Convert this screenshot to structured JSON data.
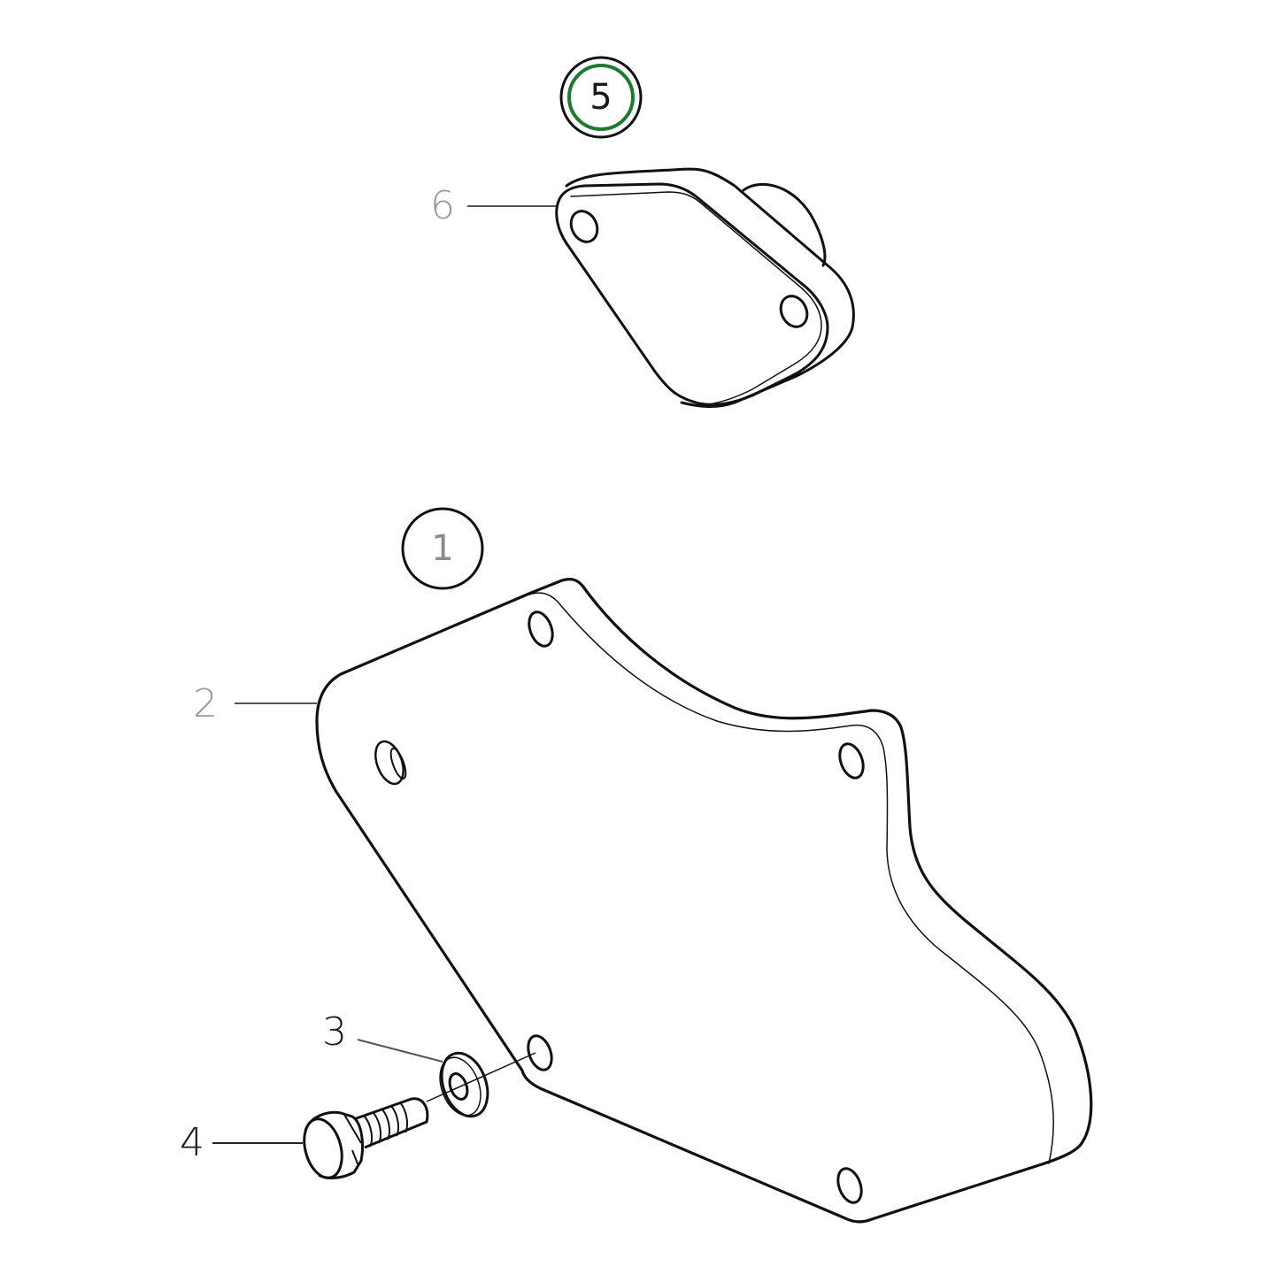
{
  "diagram": {
    "type": "exploded-parts-view",
    "callouts": [
      {
        "id": "callout-5",
        "text": "5",
        "highlighted": true,
        "ring_color": "#1e7a2e",
        "text_color": "#1a1a1a"
      },
      {
        "id": "callout-1",
        "text": "1",
        "highlighted": false,
        "text_color": "#8a8a8a"
      }
    ],
    "part_labels": [
      {
        "id": "label-6",
        "text": "6",
        "color": "#9a9a9a"
      },
      {
        "id": "label-2",
        "text": "2",
        "color": "#9a9a9a"
      },
      {
        "id": "label-3",
        "text": "3",
        "color": "#1a1a1a"
      },
      {
        "id": "label-4",
        "text": "4",
        "color": "#1a1a1a"
      }
    ],
    "parts": [
      {
        "number": "6",
        "name": "small cover plate (2 holes)"
      },
      {
        "number": "2",
        "name": "large cover plate (5 holes)"
      },
      {
        "number": "3",
        "name": "washer"
      },
      {
        "number": "4",
        "name": "hex bolt"
      }
    ],
    "colors": {
      "line": "#111111",
      "highlight_ring": "#1e7a2e",
      "muted_label": "#9a9a9a",
      "background": "#ffffff"
    }
  }
}
